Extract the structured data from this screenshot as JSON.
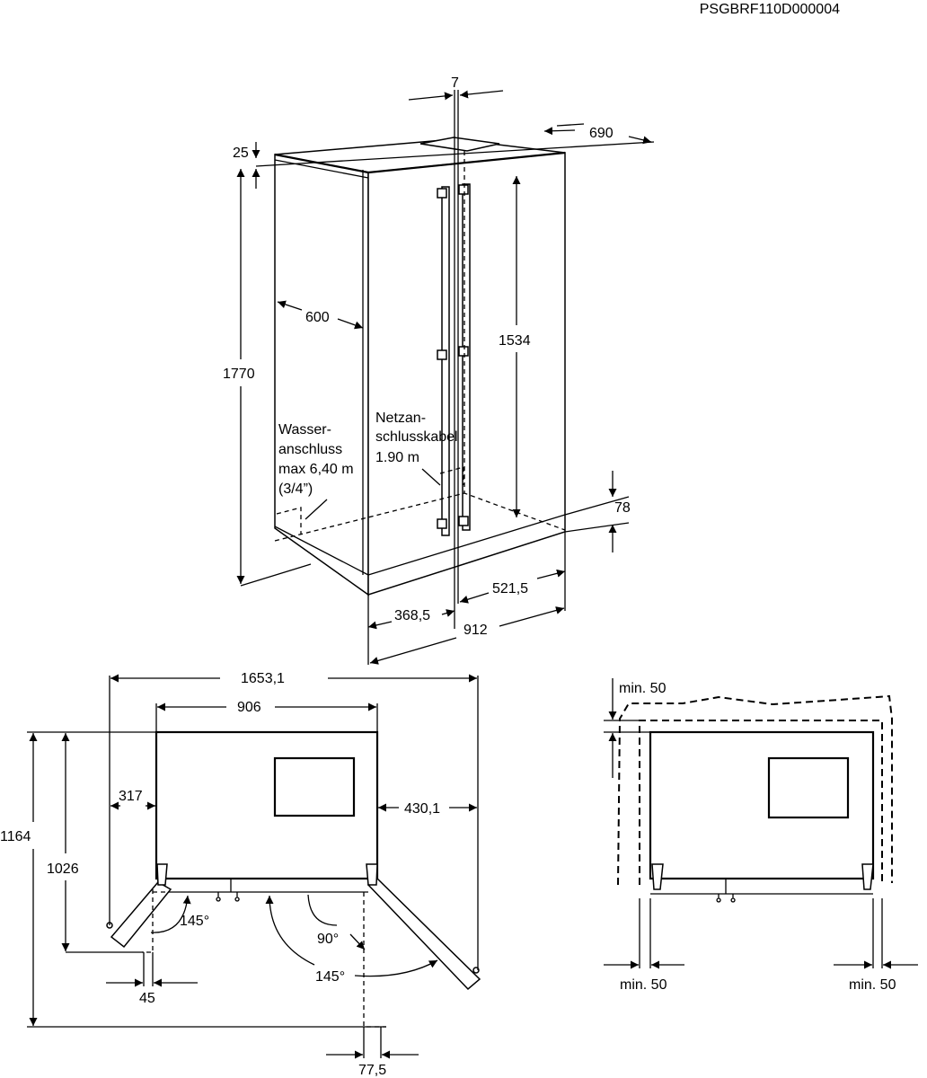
{
  "doc_id": "PSGBRF110D000004",
  "iso_view": {
    "dim_gap": "7",
    "dim_depth_total": "690",
    "dim_top_offset": "25",
    "dim_height": "1770",
    "dim_depth": "600",
    "dim_handle": "1534",
    "dim_base": "78",
    "dim_left_door": "368,5",
    "dim_right_door": "521,5",
    "dim_width": "912",
    "water_label": [
      "Wasser-",
      "anschluss",
      "max 6,40 m",
      "(3/4”)"
    ],
    "cable_label": [
      "Netzan-",
      "schlusskabel",
      "1.90 m"
    ]
  },
  "plan_view": {
    "dim_total_width": "1653,1",
    "dim_cabinet_width": "906",
    "dim_total_depth": "1164",
    "dim_depth_open": "1026",
    "dim_left_swing": "317",
    "dim_right_swing": "430,1",
    "angle_left": "145°",
    "angle_right_90": "90°",
    "angle_right_145": "145°",
    "dim_left_offset": "45",
    "dim_right_offset": "77,5"
  },
  "clearance_view": {
    "top_clearance": "min. 50",
    "left_clearance": "min. 50",
    "right_clearance": "min. 50"
  }
}
